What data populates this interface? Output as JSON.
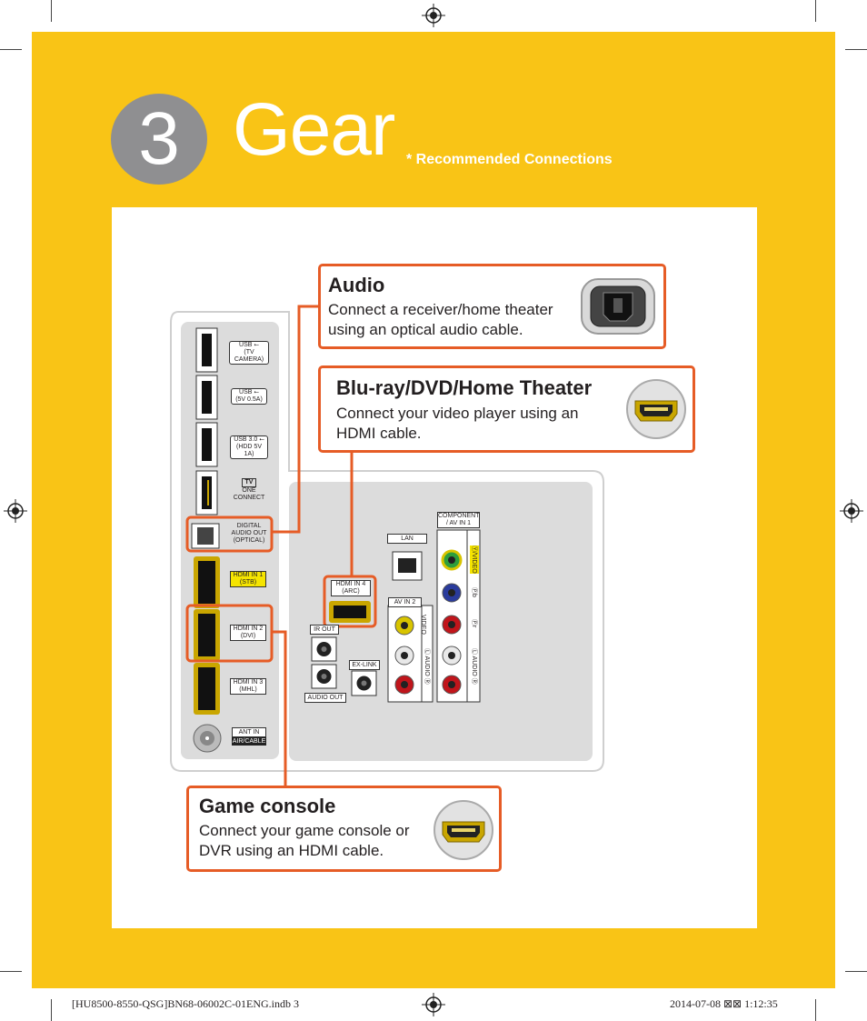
{
  "header": {
    "step_number": "3",
    "title": "Gear",
    "note": "* Recommended Connections"
  },
  "callouts": {
    "audio": {
      "title": "Audio",
      "body": "Connect a receiver/home theater using an optical audio cable."
    },
    "bluray": {
      "title": "Blu-ray/DVD/Home Theater",
      "body": "Connect your video player using an HDMI cable."
    },
    "game": {
      "title": "Game console",
      "body": "Connect your game console or DVR using an HDMI cable."
    }
  },
  "ports_left": [
    {
      "line1": "USB ⭠",
      "line2": "(TV CAMERA)"
    },
    {
      "line1": "USB ⭠",
      "line2": "(5V 0.5A)"
    },
    {
      "line1": "USB 3.0 ⭠",
      "line2": "(HDD 5V 1A)"
    },
    {
      "line1": "TV",
      "line2": "ONE CONNECT"
    },
    {
      "line1": "DIGITAL AUDIO OUT",
      "line2": "(OPTICAL)"
    },
    {
      "line1": "HDMI IN 1",
      "line2": "(STB)"
    },
    {
      "line1": "HDMI IN 2",
      "line2": "(DVI)"
    },
    {
      "line1": "HDMI IN 3",
      "line2": "(MHL)"
    },
    {
      "line1": "ANT IN",
      "line2": "AIR/CABLE"
    }
  ],
  "ports_right": {
    "hdmi4": "HDMI IN 4 (ARC)",
    "lan": "LAN",
    "av_in2": "AV IN 2",
    "ir_out": "IR OUT",
    "ex_link": "EX-LINK",
    "audio_out": "AUDIO OUT",
    "component": "COMPONENT / AV IN 1",
    "video": "VIDEO",
    "audio_lr": "Ⓛ AUDIO Ⓡ",
    "component_labels": [
      "Ⓨ/VIDEO",
      "Ⓟb",
      "Ⓟr",
      "Ⓛ AUDIO Ⓡ"
    ]
  },
  "footer": {
    "left": "[HU8500-8550-QSG]BN68-06002C-01ENG.indb   3",
    "right": "2014-07-08   ⊠⊠ 1:12:35"
  },
  "colors": {
    "accent": "#e65c26",
    "yellow": "#f9c416",
    "gray": "#8f8f91"
  }
}
